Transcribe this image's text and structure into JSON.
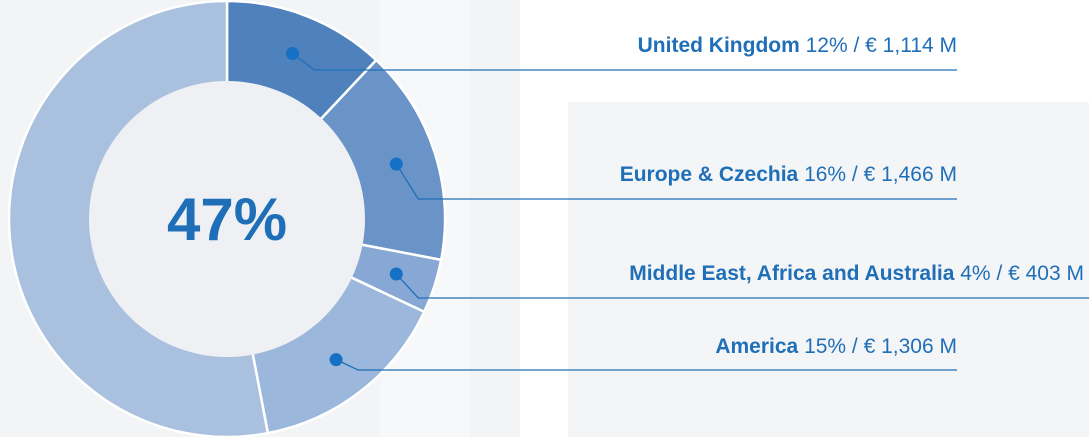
{
  "chart_data": {
    "type": "pie",
    "style": "donut",
    "center_label": "47%",
    "segments": [
      {
        "name": "United Kingdom",
        "percent_label": "12%",
        "value_label": "€ 1,114 M",
        "share": 12,
        "color": "#4f81bd"
      },
      {
        "name": "Europe & Czechia",
        "percent_label": "16%",
        "value_label": "€ 1,466 M",
        "share": 16,
        "color": "#6a93c8"
      },
      {
        "name": "Middle East, Africa and Australia",
        "percent_label": "4%",
        "value_label": "€ 403 M",
        "share": 4,
        "color": "#87a8d4"
      },
      {
        "name": "America",
        "percent_label": "15%",
        "value_label": "€ 1,306 M",
        "share": 15,
        "color": "#9bb7db"
      },
      {
        "name": "",
        "percent_label": "",
        "value_label": "",
        "share": 53,
        "color": "#a9c1de"
      }
    ],
    "colors": {
      "text": "#1f6fb8",
      "line": "#1f6fb8",
      "hole": "#eef0f3"
    }
  }
}
